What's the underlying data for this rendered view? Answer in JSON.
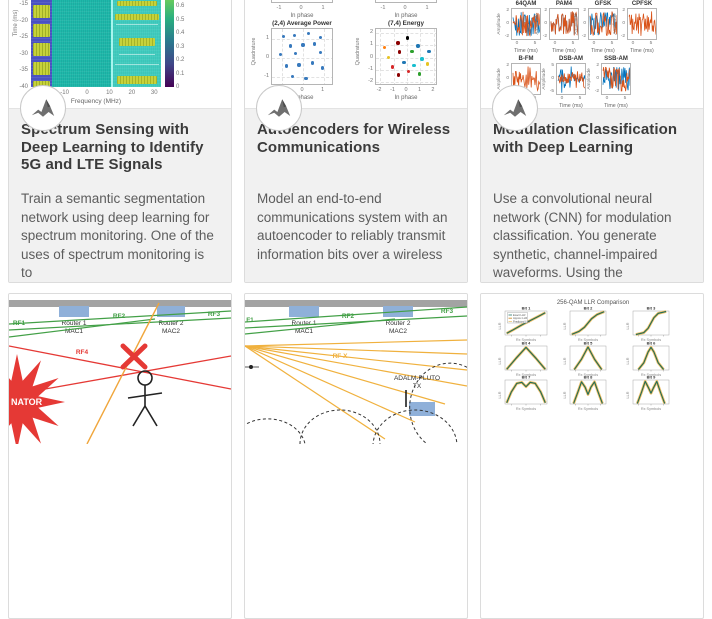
{
  "cards": [
    {
      "id": "spectrum-sensing",
      "title": "Spectrum Sensing with Deep Learning to Identify 5G and LTE Signals",
      "body": "Train a semantic segmentation network using deep learning for spectrum monitoring. One of the uses of spectrum monitoring is to",
      "thumb": {
        "type": "spectrogram",
        "xlabel": "Frequency (MHz)",
        "ylabel": "Time (ms)",
        "xticks": [
          -20,
          -10,
          0,
          10,
          20,
          30
        ],
        "yticks": [
          -15,
          -20,
          -25,
          -30,
          -35,
          -40
        ],
        "colorbar_ticks": [
          "0.6",
          "0.5",
          "0.4",
          "0.3",
          "0.2",
          "0.1",
          "0"
        ],
        "colors": {
          "noise_teal": "#1fb9aa",
          "lte_band_violet": "#4a51c2",
          "signal_yellow": "#c6d23a",
          "nr_zone_cyan": "rgba(150,255,245,0.28)"
        }
      }
    },
    {
      "id": "autoencoders",
      "title": "Autoencoders for Wireless Communications",
      "body": "Model an end-to-end communications system with an autoencoder to reliably transmit information bits over a wireless",
      "thumb": {
        "type": "constellations",
        "xlabel": "In phase",
        "ylabel": "Quadrature",
        "top_axis": {
          "xticks": [
            -1,
            0,
            1
          ],
          "xlabel": "In phase"
        },
        "plots": [
          {
            "title": "(2,4) Average Power",
            "xticks": [
              -1,
              0,
              1
            ],
            "yticks": [
              1,
              0,
              -1
            ],
            "range": 1.5,
            "color": "#3779bd",
            "points": [
              [
                -0.9,
                1.05
              ],
              [
                -0.35,
                1.1
              ],
              [
                0.3,
                1.2
              ],
              [
                0.9,
                1.0
              ],
              [
                -0.55,
                0.55
              ],
              [
                0.05,
                0.6
              ],
              [
                0.6,
                0.65
              ],
              [
                -1.05,
                0.1
              ],
              [
                -0.3,
                0.15
              ],
              [
                0.9,
                0.2
              ],
              [
                -0.75,
                -0.5
              ],
              [
                -0.15,
                -0.45
              ],
              [
                0.5,
                -0.35
              ],
              [
                1.0,
                -0.6
              ],
              [
                -0.45,
                -1.05
              ],
              [
                0.2,
                -1.15
              ]
            ]
          },
          {
            "title": "(7,4) Energy",
            "xticks": [
              -2,
              -1,
              0,
              1,
              2
            ],
            "yticks": [
              2,
              1,
              0,
              -1,
              -2
            ],
            "range": 2.3,
            "points": [
              [
                -1.6,
                0.75,
                "#ff7f0e"
              ],
              [
                -0.6,
                1.1,
                "#8b0000"
              ],
              [
                0.1,
                1.5,
                "#000000"
              ],
              [
                0.9,
                0.85,
                "#1f77b4"
              ],
              [
                1.7,
                0.4,
                "#1f77b4"
              ],
              [
                -1.3,
                -0.1,
                "#e7c322"
              ],
              [
                -0.5,
                0.35,
                "#8b0000"
              ],
              [
                0.45,
                0.4,
                "#2ca02c"
              ],
              [
                1.2,
                -0.2,
                "#17becf"
              ],
              [
                -1.0,
                -0.85,
                "#d62728"
              ],
              [
                -0.15,
                -0.5,
                "#1f77b4"
              ],
              [
                0.6,
                -0.75,
                "#17becf"
              ],
              [
                1.6,
                -0.6,
                "#e7c322"
              ],
              [
                -0.55,
                -1.5,
                "#8b0000"
              ],
              [
                0.2,
                -1.2,
                "#d62728"
              ],
              [
                1.0,
                -1.4,
                "#2ca02c"
              ]
            ]
          }
        ]
      }
    },
    {
      "id": "modulation-classification",
      "title": "Modulation Classification with Deep Learning",
      "body": "Use a convolutional neural network (CNN) for modulation classification. You generate synthetic, channel-impaired waveforms. Using the",
      "thumb": {
        "type": "waveforms",
        "xlabel": "Time (ms)",
        "ylabel": "Amplitude",
        "xticks": [
          0,
          5
        ],
        "colors": {
          "orange": "#d95319",
          "blue": "#0072bd"
        },
        "plots": [
          {
            "title": "64QAM",
            "yticks": [
              "2",
              "0",
              "-2"
            ],
            "blue": true,
            "style": "noise"
          },
          {
            "title": "PAM4",
            "yticks": [
              "2",
              "0",
              "-2"
            ],
            "blue": true,
            "style": "noise"
          },
          {
            "title": "GFSK",
            "yticks": [
              "2",
              "0",
              "-2"
            ],
            "blue": true,
            "style": "noise"
          },
          {
            "title": "CPFSK",
            "yticks": [
              "2",
              "0",
              "-2"
            ],
            "blue": false,
            "style": "noise"
          },
          {
            "title": "B-FM",
            "yticks": [
              "2",
              "0",
              "-2"
            ],
            "blue": false,
            "style": "envelope"
          },
          {
            "title": "DSB-AM",
            "yticks": [
              "5",
              "0",
              "-5"
            ],
            "blue": true,
            "style": "bursts"
          },
          {
            "title": "SSB-AM",
            "yticks": [
              "2",
              "0",
              "-2"
            ],
            "blue": true,
            "style": "noise"
          }
        ]
      }
    },
    {
      "id": "wlan-interference-diagram",
      "thumb": {
        "type": "diagram1",
        "labels": {
          "rf1": "RF1",
          "rf2": "RF2",
          "rf3": "RF3",
          "rf4": "RF4",
          "router1": "Router 1",
          "mac1": "MAC1",
          "router2": "Router 2",
          "mac2": "MAC2",
          "burst_fragment": "NATOR"
        },
        "colors": {
          "green": "#43a047",
          "red": "#e53935",
          "orange": "#f0a63c",
          "router_blue": "#8fb0d9",
          "bar_gray": "#a3a3a3"
        }
      }
    },
    {
      "id": "adalm-pluto-diagram",
      "thumb": {
        "type": "diagram2",
        "labels": {
          "f1": "F1",
          "rf2": "RF2",
          "rf3": "RF3",
          "rfx": "RF X",
          "router1": "Router 1",
          "mac1": "MAC1",
          "router2": "Router 2",
          "mac2": "MAC2",
          "pluto_line1": "ADALM-PLUTO",
          "pluto_line2": "TX"
        },
        "colors": {
          "green": "#43a047",
          "orange": "#f0b13e",
          "router_blue": "#8fb0d9",
          "bar_gray": "#a3a3a3"
        }
      }
    },
    {
      "id": "llr-comparison",
      "thumb": {
        "type": "llr",
        "title": "256-QAM LLR Comparison",
        "legend": [
          "Exact LLR",
          "Approx LLR",
          "Predicted LLR"
        ],
        "subplot_titles": [
          "Bit 1",
          "Bit 2",
          "Bit 3",
          "Bit 4",
          "Bit 5",
          "Bit 6",
          "Bit 7",
          "Bit 8",
          "Bit 9"
        ],
        "xlabel": "Rx Symbols",
        "ylabel": "LLR",
        "colors": {
          "teal": "#176f60",
          "orange_dark": "#cf8a28",
          "orange_band": "#edc26a"
        },
        "series": [
          [
            [
              0.04,
              0.93
            ],
            [
              0.2,
              0.78
            ],
            [
              0.4,
              0.58
            ],
            [
              0.6,
              0.4
            ],
            [
              0.8,
              0.22
            ],
            [
              0.96,
              0.07
            ]
          ],
          [
            [
              0.05,
              0.97
            ],
            [
              0.25,
              0.85
            ],
            [
              0.4,
              0.68
            ],
            [
              0.5,
              0.5
            ],
            [
              0.6,
              0.32
            ],
            [
              0.75,
              0.15
            ],
            [
              0.95,
              0.03
            ]
          ],
          [
            [
              0.08,
              0.98
            ],
            [
              0.3,
              0.9
            ],
            [
              0.42,
              0.72
            ],
            [
              0.5,
              0.5
            ],
            [
              0.58,
              0.28
            ],
            [
              0.7,
              0.1
            ],
            [
              0.92,
              0.02
            ]
          ],
          [
            [
              0.04,
              0.97
            ],
            [
              0.27,
              0.5
            ],
            [
              0.5,
              0.06
            ],
            [
              0.73,
              0.5
            ],
            [
              0.96,
              0.97
            ]
          ],
          [
            [
              0.12,
              0.98
            ],
            [
              0.32,
              0.55
            ],
            [
              0.5,
              0.04
            ],
            [
              0.68,
              0.55
            ],
            [
              0.88,
              0.98
            ]
          ],
          [
            [
              0.15,
              0.98
            ],
            [
              0.3,
              0.7
            ],
            [
              0.42,
              0.25
            ],
            [
              0.5,
              0.06
            ],
            [
              0.58,
              0.25
            ],
            [
              0.7,
              0.7
            ],
            [
              0.85,
              0.98
            ]
          ],
          [
            [
              0.04,
              0.95
            ],
            [
              0.15,
              0.5
            ],
            [
              0.28,
              0.14
            ],
            [
              0.4,
              0.1
            ],
            [
              0.5,
              0.28
            ],
            [
              0.6,
              0.1
            ],
            [
              0.72,
              0.14
            ],
            [
              0.85,
              0.5
            ],
            [
              0.96,
              0.95
            ]
          ],
          [
            [
              0.1,
              0.98
            ],
            [
              0.22,
              0.5
            ],
            [
              0.32,
              0.08
            ],
            [
              0.42,
              0.3
            ],
            [
              0.5,
              0.6
            ],
            [
              0.58,
              0.3
            ],
            [
              0.68,
              0.08
            ],
            [
              0.78,
              0.5
            ],
            [
              0.9,
              0.98
            ]
          ],
          [
            [
              0.12,
              0.98
            ],
            [
              0.24,
              0.5
            ],
            [
              0.34,
              0.06
            ],
            [
              0.44,
              0.35
            ],
            [
              0.5,
              0.55
            ],
            [
              0.56,
              0.35
            ],
            [
              0.66,
              0.06
            ],
            [
              0.76,
              0.5
            ],
            [
              0.88,
              0.98
            ]
          ]
        ]
      }
    }
  ]
}
